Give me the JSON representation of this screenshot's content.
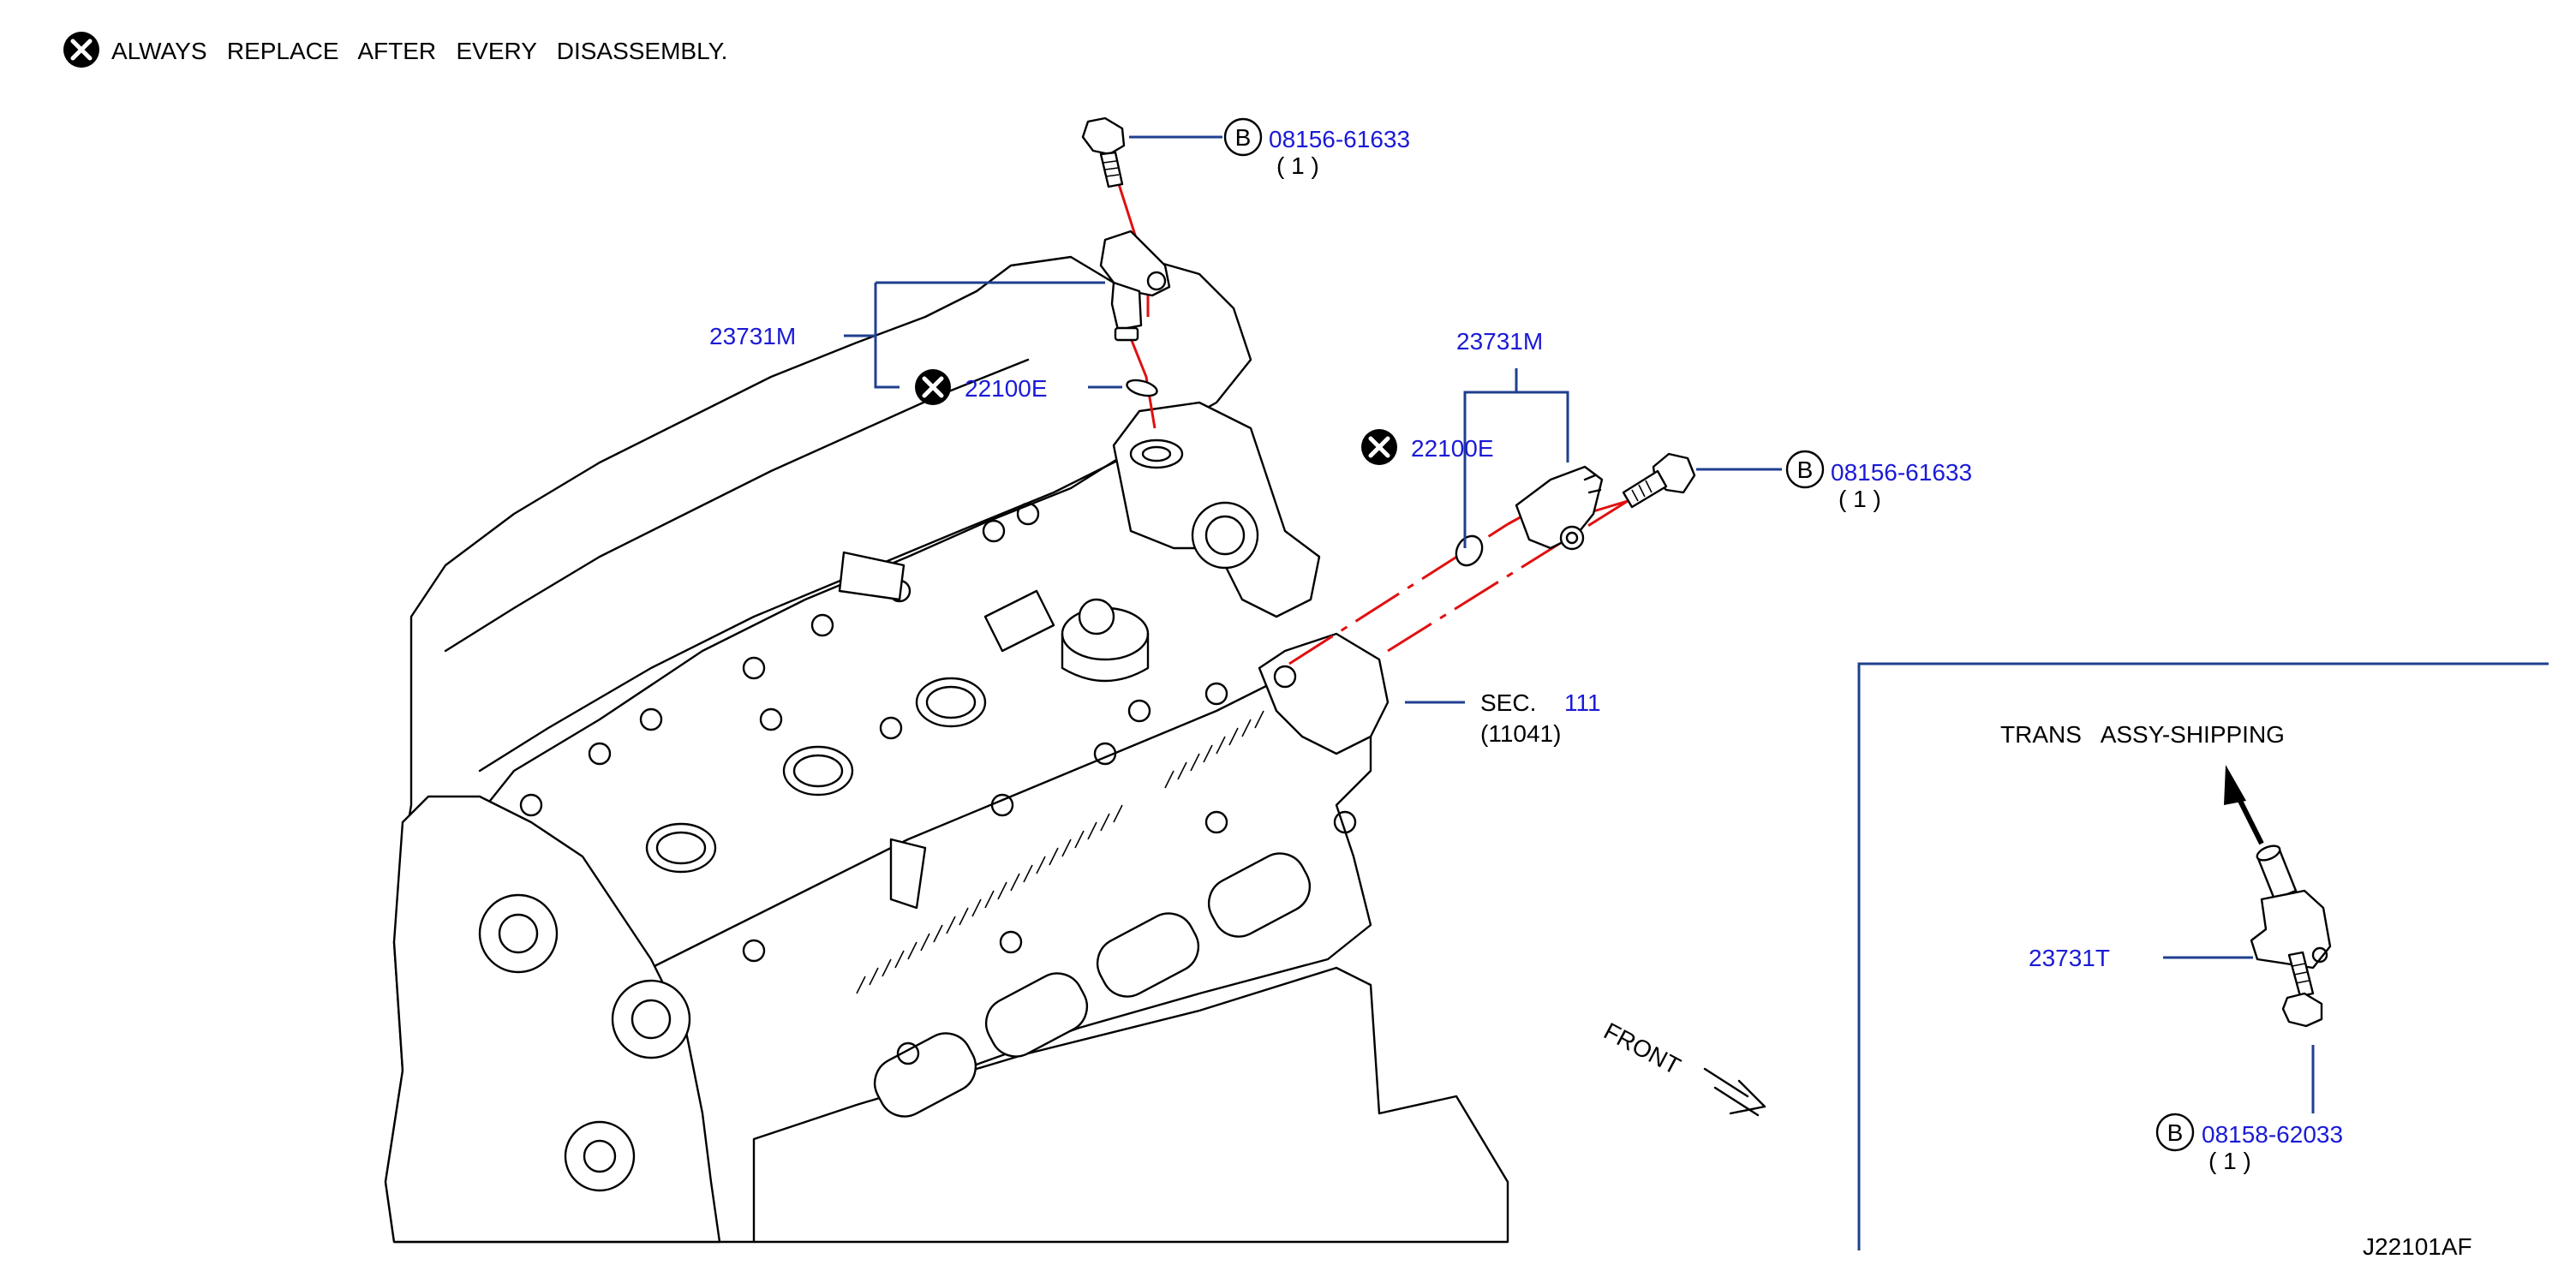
{
  "note": {
    "icon": "x-circle-icon",
    "text": "ALWAYS   REPLACE   AFTER   EVERY   DISASSEMBLY."
  },
  "callouts": {
    "bolt_top": {
      "badge": "B",
      "part": "08156-61633",
      "qty": "( 1 )"
    },
    "sensor_top": {
      "part": "23731M"
    },
    "oring_top": {
      "part": "22100E"
    },
    "sensor_right": {
      "part": "23731M"
    },
    "oring_right": {
      "part": "22100E"
    },
    "bolt_right": {
      "badge": "B",
      "part": "08156-61633",
      "qty": "( 1 )"
    },
    "section": {
      "prefix": "SEC.",
      "number": "111",
      "sub": "(11041)"
    }
  },
  "front": {
    "label": "FRONT"
  },
  "inset": {
    "title": "TRANS   ASSY-SHIPPING",
    "sensor": {
      "part": "23731T"
    },
    "bolt": {
      "badge": "B",
      "part": "08158-62033",
      "qty": "( 1 )"
    }
  },
  "diagram_id": "J22101AF",
  "colors": {
    "part_number": "#1a1ad6",
    "leader": "#1f3f8f",
    "explode_line": "#e01010"
  }
}
